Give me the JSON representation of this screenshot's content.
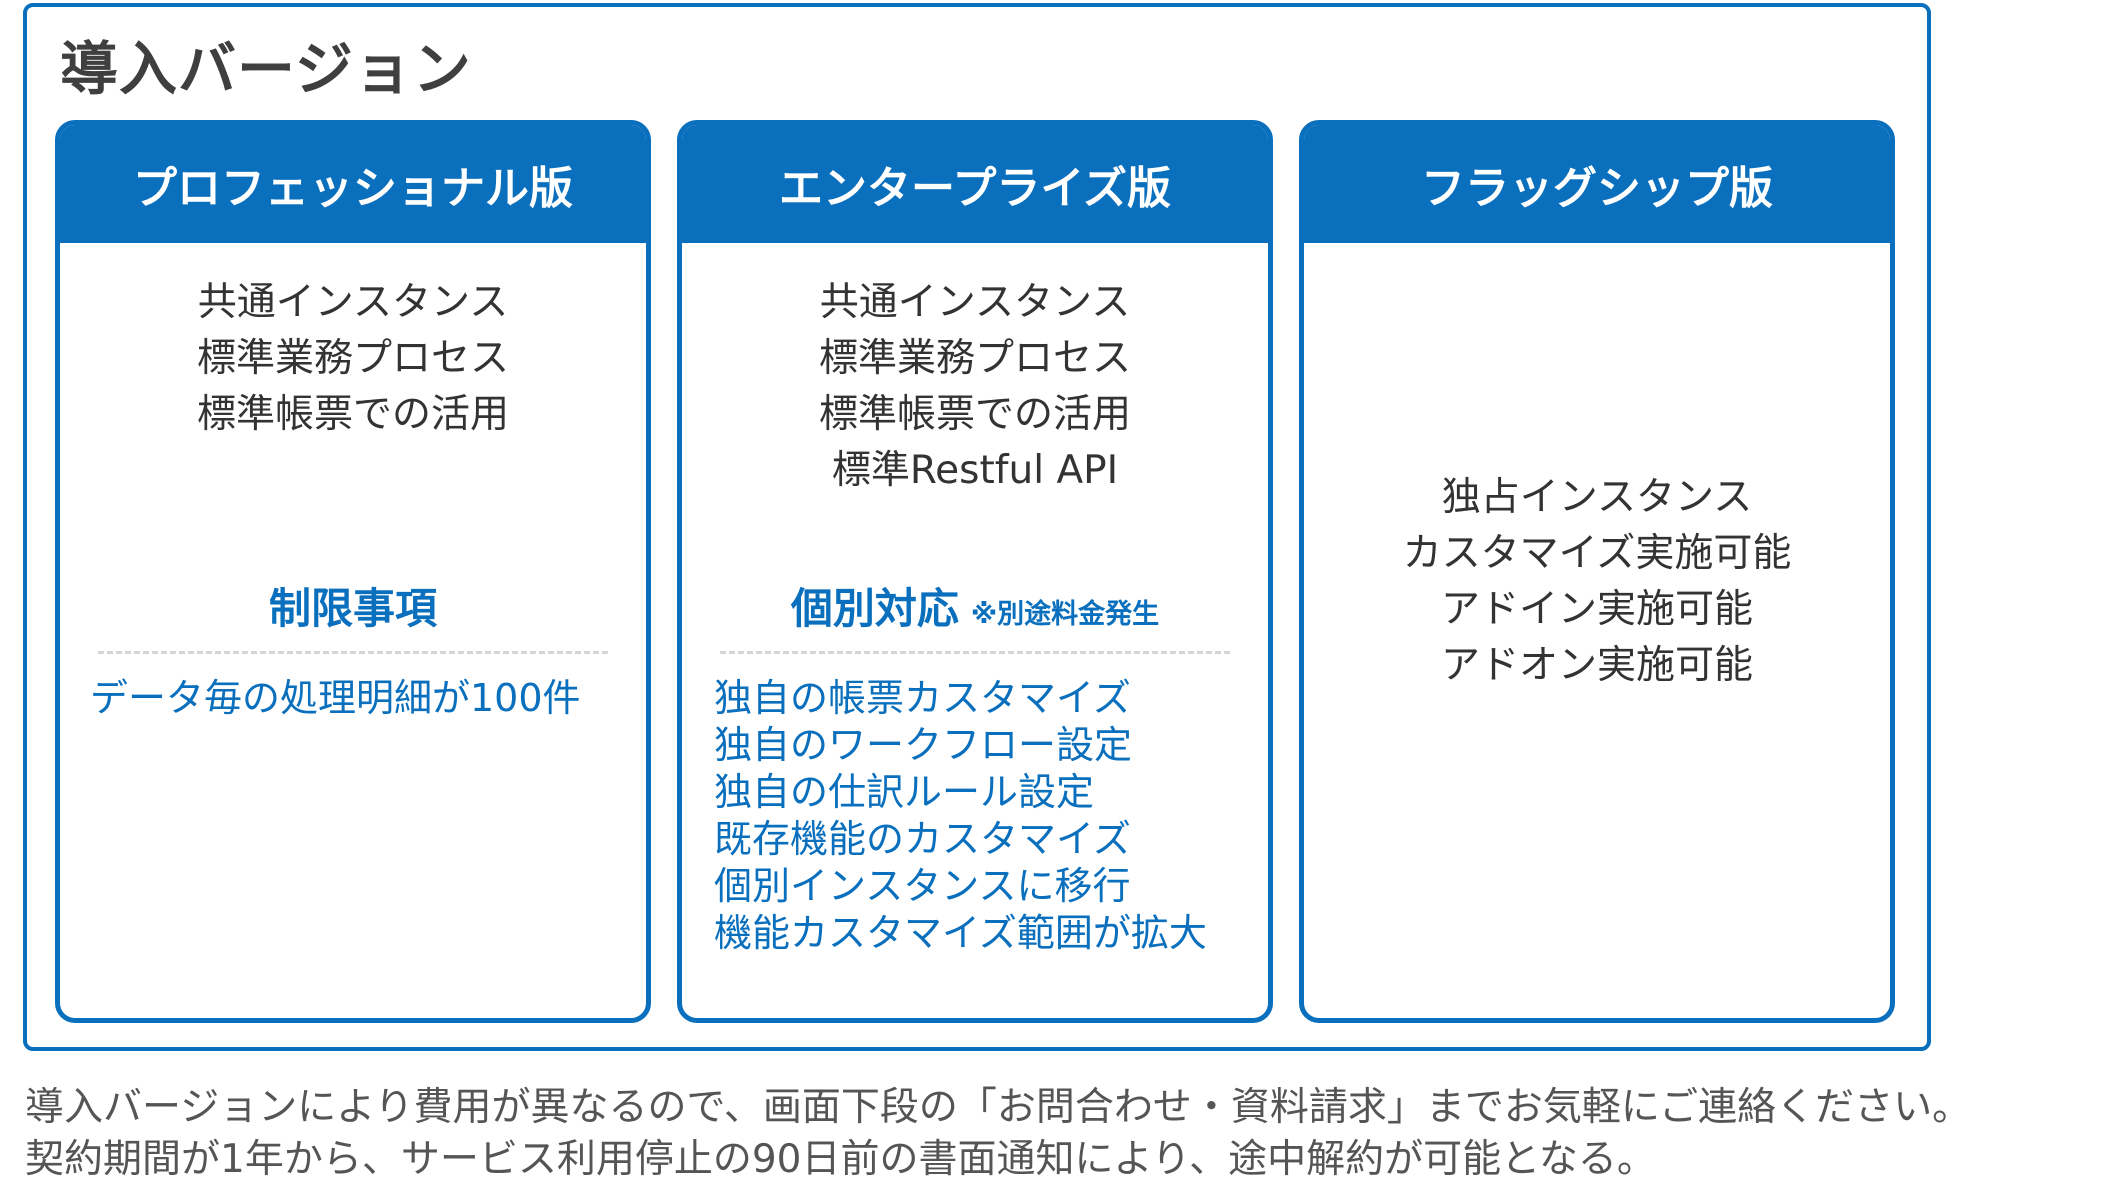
{
  "title": "導入バージョン",
  "cards": [
    {
      "header": "プロフェッショナル版",
      "features": [
        "共通インスタンス",
        "標準業務プロセス",
        "標準帳票での活用"
      ],
      "section_title": "制限事項",
      "items": [
        "データ毎の処理明細が100件"
      ]
    },
    {
      "header": "エンタープライズ版",
      "features": [
        "共通インスタンス",
        "標準業務プロセス",
        "標準帳票での活用",
        "標準Restful API"
      ],
      "section_title": "個別対応",
      "section_note": "※別途料金発生",
      "items": [
        "独自の帳票カスタマイズ",
        "独自のワークフロー設定",
        "独自の仕訳ルール設定",
        "既存機能のカスタマイズ",
        "個別インスタンスに移行",
        "機能カスタマイズ範囲が拡大"
      ]
    },
    {
      "header": "フラッグシップ版",
      "features": [
        "独占インスタンス",
        "カスタマイズ実施可能",
        "アドイン実施可能",
        "アドオン実施可能"
      ]
    }
  ],
  "footer": [
    "導入バージョンにより費用が異なるので、画面下段の「お問合わせ・資料請求」までお気軽にご連絡ください。",
    "契約期間が1年から、サービス利用停止の90日前の書面通知により、途中解約が可能となる。"
  ],
  "colors": {
    "accent": "#0a6fbd",
    "text": "#333333"
  }
}
